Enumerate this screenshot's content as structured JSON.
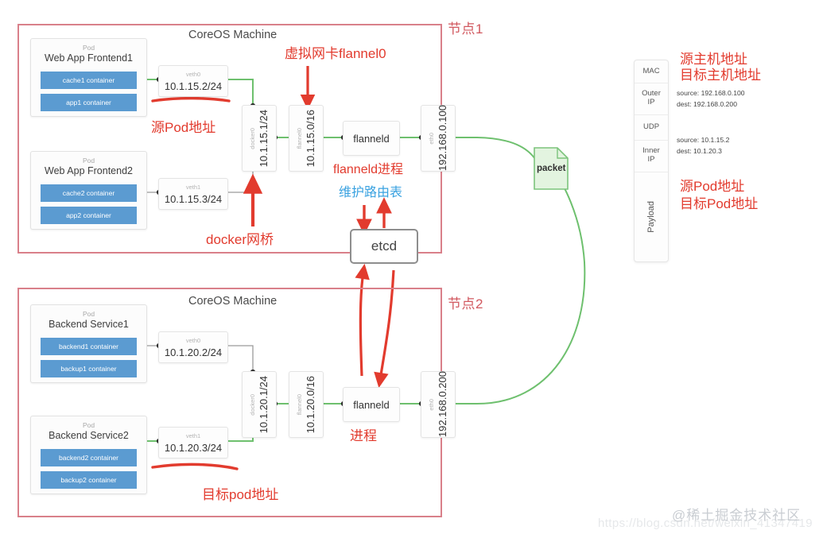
{
  "nodes": [
    {
      "label": "节点1",
      "machine_title": "CoreOS Machine",
      "pods": [
        {
          "kind": "Pod",
          "title": "Web App Frontend1",
          "containers": [
            "cache1 container",
            "app1 container"
          ]
        },
        {
          "kind": "Pod",
          "title": "Web App Frontend2",
          "containers": [
            "cache2 container",
            "app2 container"
          ]
        }
      ],
      "veths": [
        {
          "kind": "veth0",
          "ip": "10.1.15.2/24"
        },
        {
          "kind": "veth1",
          "ip": "10.1.15.3/24"
        }
      ],
      "interfaces": [
        {
          "kind": "docker0",
          "ip": "10.1.15.1/24"
        },
        {
          "kind": "flannel0",
          "ip": "10.1.15.0/16"
        },
        {
          "kind": "eth0",
          "ip": "192.168.0.100"
        }
      ],
      "daemon": "flanneld"
    },
    {
      "label": "节点2",
      "machine_title": "CoreOS Machine",
      "pods": [
        {
          "kind": "Pod",
          "title": "Backend Service1",
          "containers": [
            "backend1 container",
            "backup1 container"
          ]
        },
        {
          "kind": "Pod",
          "title": "Backend Service2",
          "containers": [
            "backend2 container",
            "backup2 container"
          ]
        }
      ],
      "veths": [
        {
          "kind": "veth0",
          "ip": "10.1.20.2/24"
        },
        {
          "kind": "veth1",
          "ip": "10.1.20.3/24"
        }
      ],
      "interfaces": [
        {
          "kind": "docker0",
          "ip": "10.1.20.1/24"
        },
        {
          "kind": "flannel0",
          "ip": "10.1.20.0/16"
        },
        {
          "kind": "eth0",
          "ip": "192.168.0.200"
        }
      ],
      "daemon": "flanneld"
    }
  ],
  "etcd": {
    "label": "etcd"
  },
  "packet": {
    "label": "packet"
  },
  "packet_structure": {
    "segments": [
      "MAC",
      "Outer\nIP",
      "UDP",
      "Inner\nIP",
      "Payload"
    ],
    "seg_mac": "MAC",
    "seg_outer_ip_l1": "Outer",
    "seg_outer_ip_l2": "IP",
    "seg_udp": "UDP",
    "seg_inner_ip_l1": "Inner",
    "seg_inner_ip_l2": "IP",
    "seg_payload": "Payload",
    "outer_source": "source: 192.168.0.100",
    "outer_dest": "dest: 192.168.0.200",
    "inner_source": "source: 10.1.15.2",
    "inner_dest": "dest: 10.1.20.3"
  },
  "annotations": {
    "flannel0_virtual_nic": "虚拟网卡flannel0",
    "source_pod_addr": "源Pod地址",
    "docker_bridge": "docker网桥",
    "flanneld_process": "flanneld进程",
    "maintain_route_table": "维护路由表",
    "process": "进程",
    "dest_pod_addr": "目标pod地址",
    "src_host_addr": "源主机地址",
    "dst_host_addr": "目标主机地址",
    "src_pod_addr_right": "源Pod地址",
    "dst_pod_addr_right": "目标Pod地址"
  },
  "watermarks": {
    "community": "@稀土掘金技术社区",
    "url": "https://blog.csdn.net/weixin_41347419"
  },
  "colors": {
    "node_border": "#d9808a",
    "annotation_red": "#e23b2e",
    "annotation_blue": "#3aa2e0",
    "container_blue": "#5b9bd1",
    "link_green": "#6ec06e",
    "packet_fill": "#e3f4e0"
  }
}
